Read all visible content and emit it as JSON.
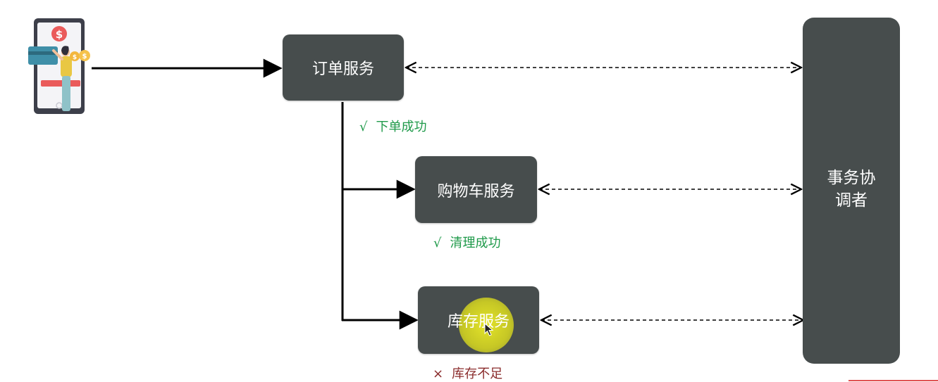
{
  "services": {
    "order": {
      "label": "订单服务"
    },
    "cart": {
      "label": "购物车服务"
    },
    "inventory": {
      "label": "库存服务"
    }
  },
  "coordinator": {
    "line1": "事务协",
    "line2": "调者"
  },
  "statuses": {
    "order": {
      "mark": "√",
      "text": "下单成功"
    },
    "cart": {
      "mark": "√",
      "text": "清理成功"
    },
    "inventory": {
      "mark": "×",
      "text": "库存不足"
    }
  },
  "illustration": {
    "coin_symbol": "$"
  },
  "colors": {
    "box": "#474d4d",
    "success": "#1f9a4a",
    "failure": "#8a2b2b",
    "highlight": "#e6e628",
    "accent": "#e05252"
  }
}
